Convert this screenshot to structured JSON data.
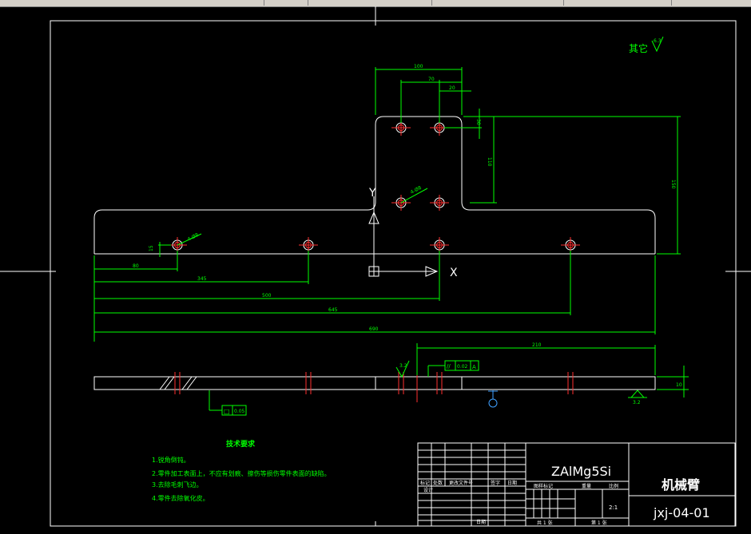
{
  "colors": {
    "background": "#000000",
    "border": "#ffffff",
    "dimension": "#00ff00",
    "hole": "#ff3030",
    "ucs": "#ffffff",
    "datum": "#3fa0ff",
    "notes": "#00ff00",
    "toolbar": "#d4d0c8"
  },
  "surface_note": {
    "text": "其它",
    "symbol_value": "6.3"
  },
  "plan_view": {
    "dimensions": {
      "width_top": "100",
      "hole_spacing_top": "70",
      "edge_offset_top": "20",
      "vertical_short": "30",
      "vertical_mid": "110",
      "vertical_total": "150",
      "hole_y_offset": "15",
      "first_hole_x": "80",
      "second_hole_x": "345",
      "third_hole_x": "500",
      "fourth_hole_x": "645",
      "total_length": "690"
    },
    "hole_callout_1": "4-Ø8",
    "hole_callout_2": "4-Ø8",
    "ucs": {
      "x_label": "X",
      "y_label": "Y"
    }
  },
  "side_view": {
    "length_dim": "210",
    "thickness_dim": "10",
    "flatness_frame": {
      "symbol": "//",
      "tolerance": "0.02",
      "datum": "A"
    },
    "flatness_frame_2": {
      "symbol": "□",
      "tolerance": "0.05"
    },
    "roughness_1": "3.2",
    "roughness_2": "3.2"
  },
  "technical_requirements": {
    "title": "技术要求",
    "items": [
      "1.锐角倒钝。",
      "2.零件加工表面上，不应有划痕、擦伤等损伤零件表面的缺陷。",
      "3.去除毛刺飞边。",
      "4.零件去除氧化皮。"
    ]
  },
  "title_block": {
    "material": "ZAlMg5Si",
    "part_name": "机械臂",
    "drawing_number": "jxj-04-01",
    "scale": "2:1",
    "labels": {
      "mark": "标记",
      "count": "处数",
      "zone": "更改文件号",
      "signature": "签字",
      "date": "日期",
      "design": "设计",
      "stage_mark": "图样标记",
      "weight": "重量",
      "scale_label": "比例",
      "sheet_total": "共 1 张",
      "sheet_num": "第 1 张",
      "date_bottom": "日期"
    }
  }
}
